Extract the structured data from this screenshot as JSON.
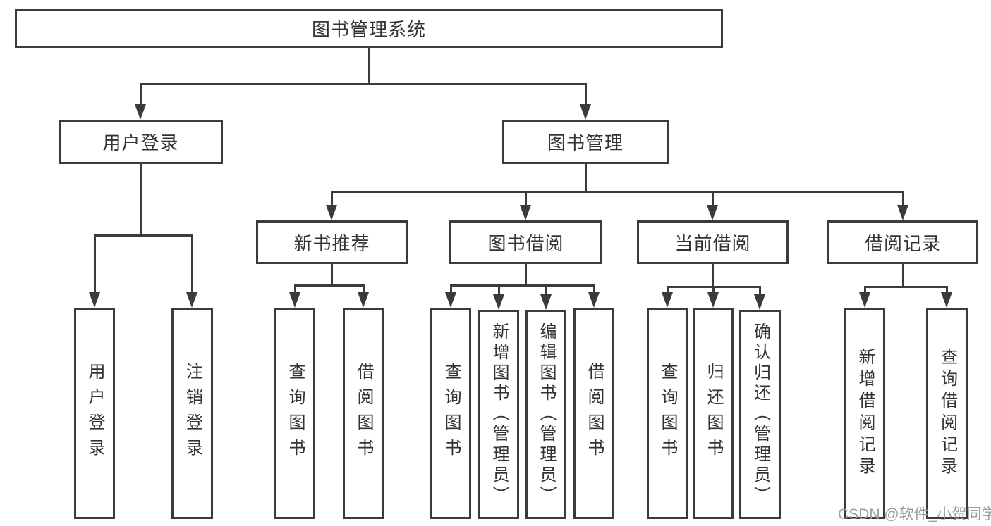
{
  "diagram_type": "hierarchy-tree",
  "nodes": {
    "root": "图书管理系统",
    "user_login": "用户登录",
    "book_management": "图书管理",
    "new_book_recommend": "新书推荐",
    "book_borrow": "图书借阅",
    "current_borrow": "当前借阅",
    "borrow_records": "借阅记录",
    "leaf_user_login": "用户登录",
    "leaf_logout": "注销登录",
    "leaf_nb_query_book": "查询图书",
    "leaf_nb_borrow_book": "借阅图书",
    "leaf_bb_query_book": "查询图书",
    "leaf_bb_add_book": "新增图书（管理员）",
    "leaf_bb_edit_book": "编辑图书（管理员）",
    "leaf_bb_borrow_book": "借阅图书",
    "leaf_cb_query_book": "查询图书",
    "leaf_cb_return_book": "归还图书",
    "leaf_cb_confirm_return": "确认归还（管理员）",
    "leaf_br_add_record": "新增借阅记录",
    "leaf_br_query_record": "查询借阅记录"
  },
  "hierarchy": {
    "图书管理系统": {
      "用户登录": [
        "用户登录",
        "注销登录"
      ],
      "图书管理": {
        "新书推荐": [
          "查询图书",
          "借阅图书"
        ],
        "图书借阅": [
          "查询图书",
          "新增图书（管理员）",
          "编辑图书（管理员）",
          "借阅图书"
        ],
        "当前借阅": [
          "查询图书",
          "归还图书",
          "确认归还（管理员）"
        ],
        "借阅记录": [
          "新增借阅记录",
          "查询借阅记录"
        ]
      }
    }
  },
  "watermark": "CSDN @软件_小贺同学",
  "colors": {
    "line": "#3b3b3b",
    "text": "#333333",
    "watermark": "#9d9d9d",
    "background": "#ffffff"
  }
}
